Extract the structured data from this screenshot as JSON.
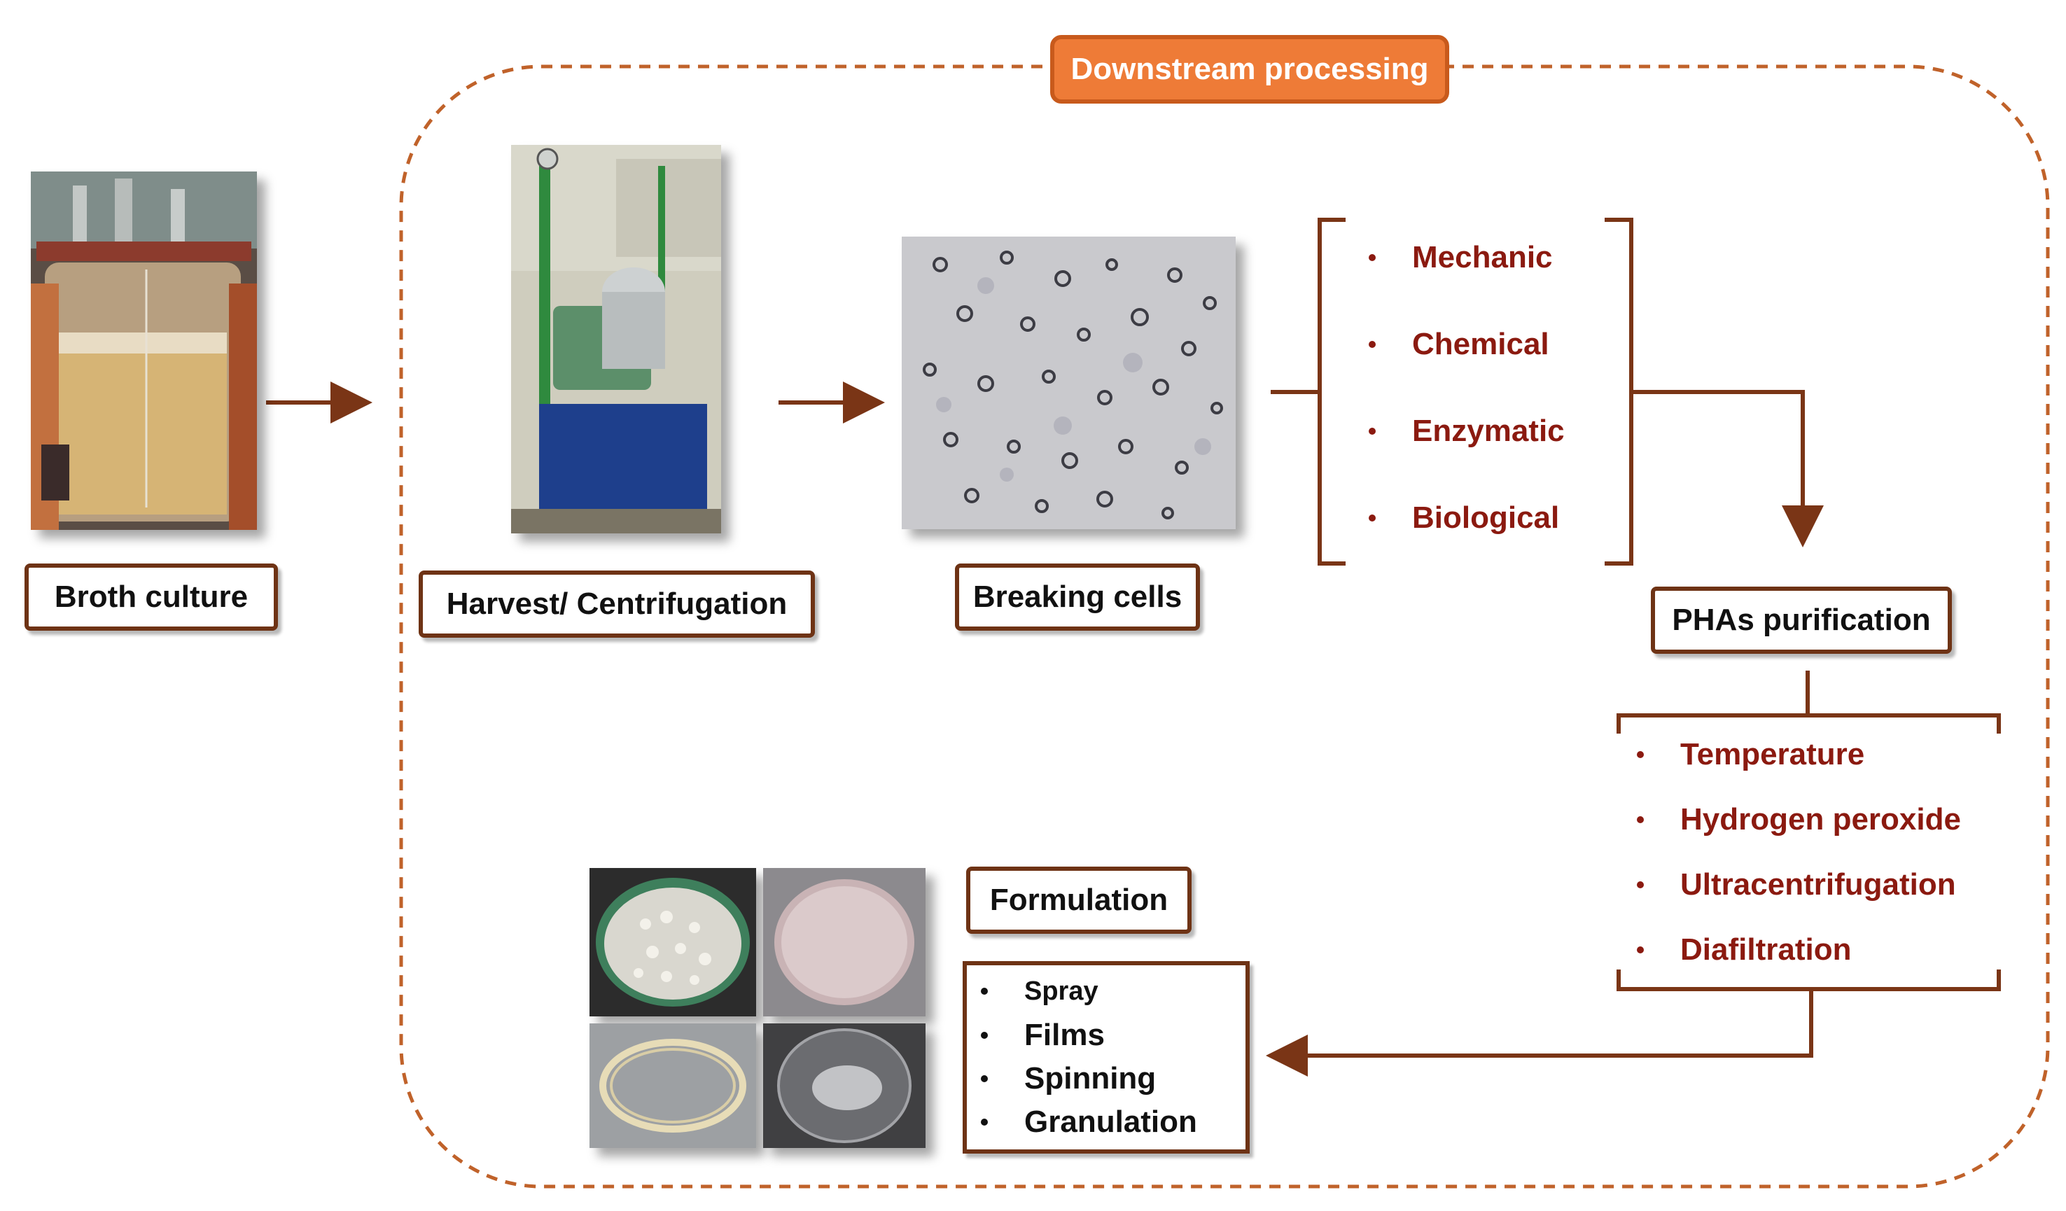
{
  "title": "Downstream processing",
  "steps": {
    "broth": "Broth culture",
    "harvest": "Harvest/ Centrifugation",
    "breaking": "Breaking cells",
    "purification": "PHAs purification",
    "formulation": "Formulation"
  },
  "breaking_methods": [
    "Mechanic",
    "Chemical",
    "Enzymatic",
    "Biological"
  ],
  "purification_methods": [
    "Temperature",
    "Hydrogen peroxide",
    "Ultracentrifugation",
    "Diafiltration"
  ],
  "formulation_methods": [
    "Spray",
    "Films",
    "Spinning",
    "Granulation"
  ],
  "images": {
    "broth": "bioreactor-photo",
    "harvest": "centrifuge-photo",
    "breaking": "micrograph-photo",
    "formulation": [
      "granules-photo",
      "film-photo",
      "fiber-photo",
      "transparent-film-photo"
    ]
  },
  "colors": {
    "dashed_border": "#c0622a",
    "title_fill": "#ee7b37",
    "connector": "#7a3516",
    "method_text": "#8b1a10"
  }
}
